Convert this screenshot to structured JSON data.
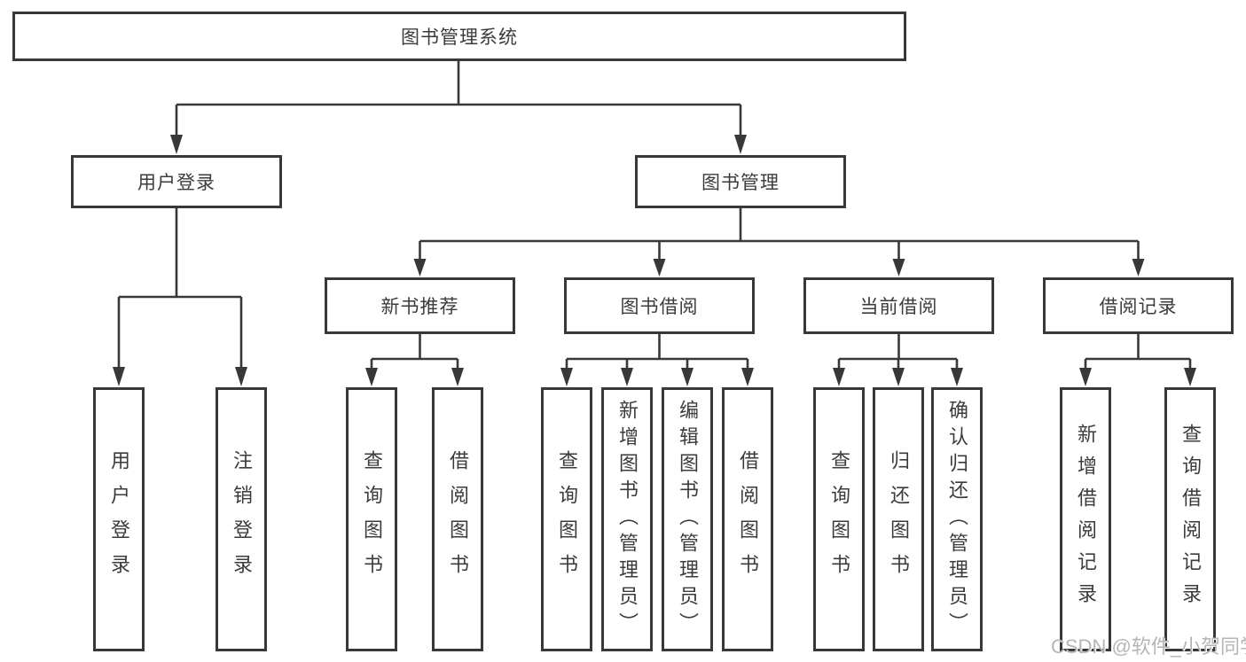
{
  "colors": {
    "line": "#383838",
    "box_border": "#383838",
    "text": "#3b3b3b",
    "background": "#ffffff",
    "watermark_text": "#b5b5b5"
  },
  "tree": {
    "root": {
      "label": "图书管理系统"
    },
    "branches": [
      {
        "label": "用户登录",
        "children": [
          {
            "label": "用户登录"
          },
          {
            "label": "注销登录"
          }
        ]
      },
      {
        "label": "图书管理",
        "children": [
          {
            "label": "新书推荐",
            "children": [
              {
                "label": "查询图书"
              },
              {
                "label": "借阅图书"
              }
            ]
          },
          {
            "label": "图书借阅",
            "children": [
              {
                "label": "查询图书"
              },
              {
                "label": "新增图书（管理员）"
              },
              {
                "label": "编辑图书（管理员）"
              },
              {
                "label": "借阅图书"
              }
            ]
          },
          {
            "label": "当前借阅",
            "children": [
              {
                "label": "查询图书"
              },
              {
                "label": "归还图书"
              },
              {
                "label": "确认归还（管理员）"
              }
            ]
          },
          {
            "label": "借阅记录",
            "children": [
              {
                "label": "新增借阅记录"
              },
              {
                "label": "查询借阅记录"
              }
            ]
          }
        ]
      }
    ]
  },
  "watermark": {
    "text": "CSDN @软件_小贺同学"
  }
}
